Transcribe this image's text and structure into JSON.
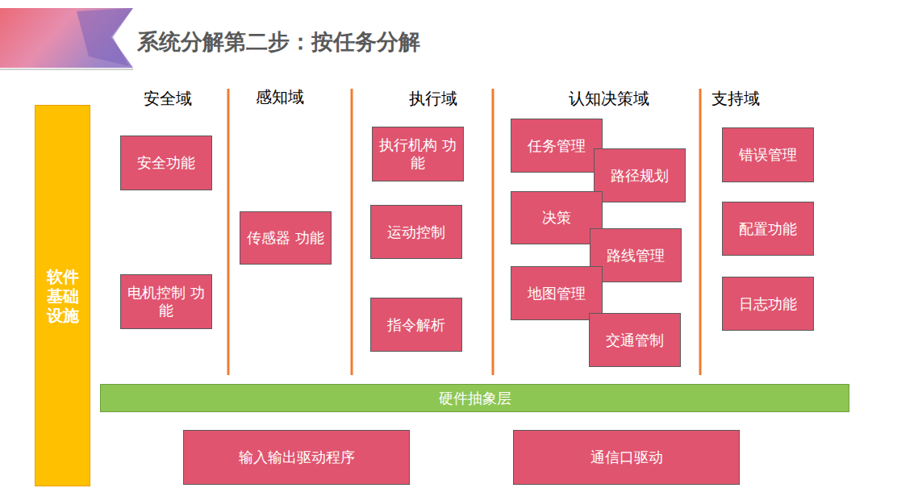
{
  "diagram": {
    "title": "系统分解第二步：按任务分解",
    "nodes": [
      {
        "text": [
          "软件 基础 设施"
        ]
      },
      {
        "text": [
          "安全功能"
        ]
      },
      {
        "text": [
          "电机控制 功能"
        ]
      },
      {
        "text": [
          "传感器 功能"
        ]
      },
      {
        "text": [
          "执行机构 功能"
        ]
      },
      {
        "text": [
          "运动控制"
        ]
      },
      {
        "text": [
          "指令解析"
        ]
      },
      {
        "text": [
          "任务管理"
        ]
      },
      {
        "text": [
          "路径规划"
        ]
      },
      {
        "text": [
          "决策"
        ]
      },
      {
        "text": [
          "路线管理"
        ]
      },
      {
        "text": [
          "地图管理"
        ]
      },
      {
        "text": [
          "交通管制"
        ]
      },
      {
        "text": [
          "错误管理"
        ]
      },
      {
        "text": [
          "配置功能"
        ]
      },
      {
        "text": [
          "日志功能"
        ]
      },
      {
        "text": [
          "硬件抽象层"
        ]
      },
      {
        "text": [
          "输入输出驱动程序"
        ]
      },
      {
        "text": [
          "通信口驱动"
        ]
      }
    ],
    "labels": [
      "安全域",
      "感知域",
      "执行域",
      "认知决策域",
      "支持域"
    ]
  }
}
